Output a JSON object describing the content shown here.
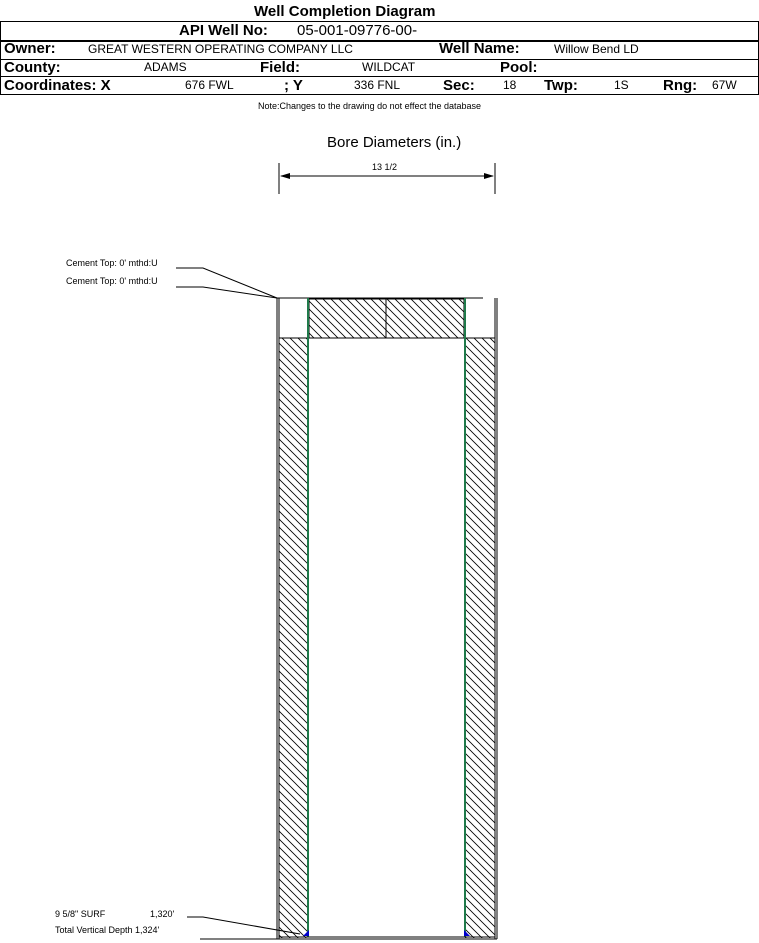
{
  "title": "Well Completion Diagram",
  "header": {
    "api_label": "API Well No:",
    "api_value": "05-001-09776-00-",
    "owner_label": "Owner:",
    "owner_value": "GREAT WESTERN OPERATING COMPANY LLC",
    "well_name_label": "Well Name:",
    "well_name_value": "Willow Bend LD",
    "county_label": "County:",
    "county_value": "ADAMS",
    "field_label": "Field:",
    "field_value": "WILDCAT",
    "pool_label": "Pool:",
    "pool_value": "",
    "coords_label": "Coordinates: X",
    "x_value": "676 FWL",
    "y_label": "; Y",
    "y_value": "336 FNL",
    "sec_label": "Sec:",
    "sec_value": "18",
    "twp_label": "Twp:",
    "twp_value": "1S",
    "rng_label": "Rng:",
    "rng_value": "67W"
  },
  "note": "Note:Changes to the drawing do not effect the database",
  "bore": {
    "title": "Bore Diameters (in.)",
    "diameter": "13 1/2"
  },
  "annotations": {
    "cement_top_1": "Cement Top: 0' mthd:U",
    "cement_top_2": "Cement Top: 0' mthd:U",
    "casing_label": "9 5/8\" SURF",
    "casing_depth": "1,320'",
    "tvd": "Total Vertical Depth 1,324'"
  },
  "colors": {
    "casing": "#1f7a4a",
    "shoe": "#0000cc",
    "hatch": "#000000"
  }
}
